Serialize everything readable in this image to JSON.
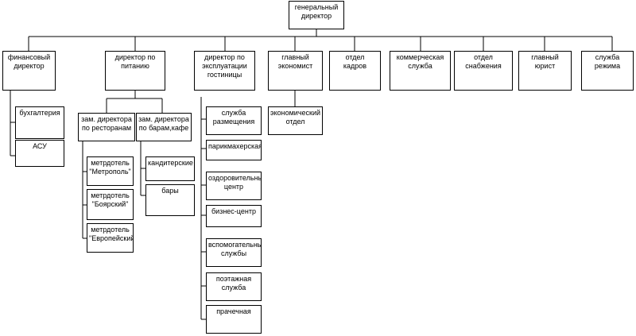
{
  "org_chart": {
    "general_director": "генеральный\nдиректор",
    "financial_director": "финансовый\nдиректор",
    "accounting": "бухгалтерия",
    "asu": "АСУ",
    "food_director": "директор по\nпитанию",
    "deputy_restaurants": "зам. директора\nпо ресторанам",
    "deputy_bars": "зам. директора\nпо барам,кафе",
    "maitre_metropol": "метрдотель\n\"Метрополь\"",
    "maitre_boyarsky": "метрдотель\n\"Боярский\"",
    "maitre_european": "метрдотель\n\"Европейский\"",
    "confectionery": "кандитерские",
    "bars": "бары",
    "operations_director": "директор по\nэксплуатации\nгостиницы",
    "accommodation_service": "служба\nразмещения",
    "hairdresser": "парикмахерская",
    "wellness_center": "оздоровительный\nцентр",
    "business_center": "бизнес-центр",
    "auxiliary_services": "вспомогательные\nслужбы",
    "floor_service": "поэтажная\nслужба",
    "laundry": "прачечная",
    "chief_economist": "главный\nэкономист",
    "economic_department": "экономический\nотдел",
    "hr_department": "отдел\nкадров",
    "commercial_service": "коммерческая\nслужба",
    "supply_department": "отдел\nснабжения",
    "chief_lawyer": "главный\nюрист",
    "security_service": "служба\nрежима"
  }
}
